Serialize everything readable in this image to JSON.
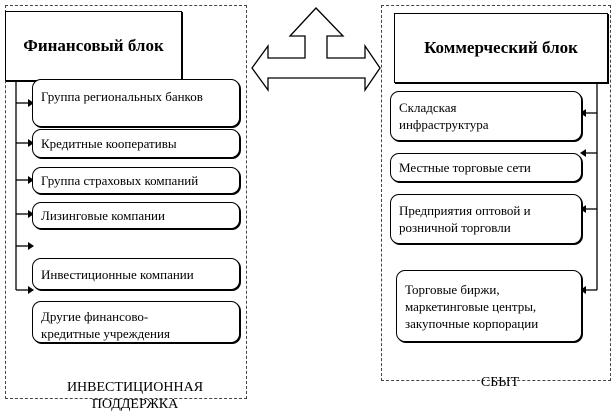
{
  "left": {
    "title": "Финансовый блок",
    "items": [
      "Группа региональных банков",
      "Кредитные кооперативы",
      "Группа страховых компаний",
      "Лизинговые компании",
      "Инвестиционные компании",
      "Другие финансово-\nкредитные учреждения"
    ],
    "footer": "ИНВЕСТИЦИОННАЯ\nПОДДЕРЖКА"
  },
  "right": {
    "title": "Коммерческий блок",
    "items": [
      "Складская\nинфраструктура",
      "Местные торговые  сети",
      "Предприятия оптовой и\nрозничной торговли",
      "Торговые биржи,\nмаркетинговые центры,\nзакупочные корпорации"
    ],
    "footer": "СБЫТ"
  },
  "colors": {
    "stroke": "#000000",
    "background": "#ffffff"
  },
  "icons": [
    "three-way-arrow-icon"
  ]
}
